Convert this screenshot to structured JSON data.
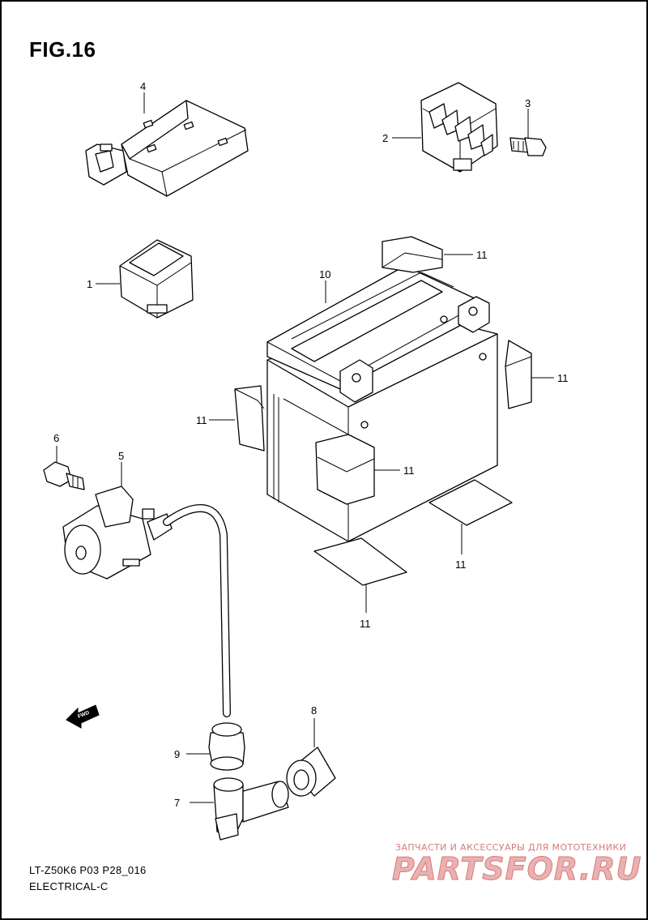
{
  "figure": {
    "title": "FIG.16",
    "model_code": "LT-Z50K6 P03 P28_016",
    "section": "ELECTRICAL-C"
  },
  "callouts": {
    "c1": "1",
    "c2": "2",
    "c3": "3",
    "c4": "4",
    "c5": "5",
    "c6": "6",
    "c7": "7",
    "c8": "8",
    "c9": "9",
    "c10": "10",
    "c11": "11"
  },
  "fwd_label": "FWD",
  "watermark": {
    "tagline": "ЗАПЧАСТИ И АКСЕССУАРЫ ДЛЯ МОТОТЕХНИКИ",
    "logo": "PARTSFOR.RU"
  },
  "colors": {
    "ink": "#000000",
    "watermark": "#d87a7a"
  }
}
